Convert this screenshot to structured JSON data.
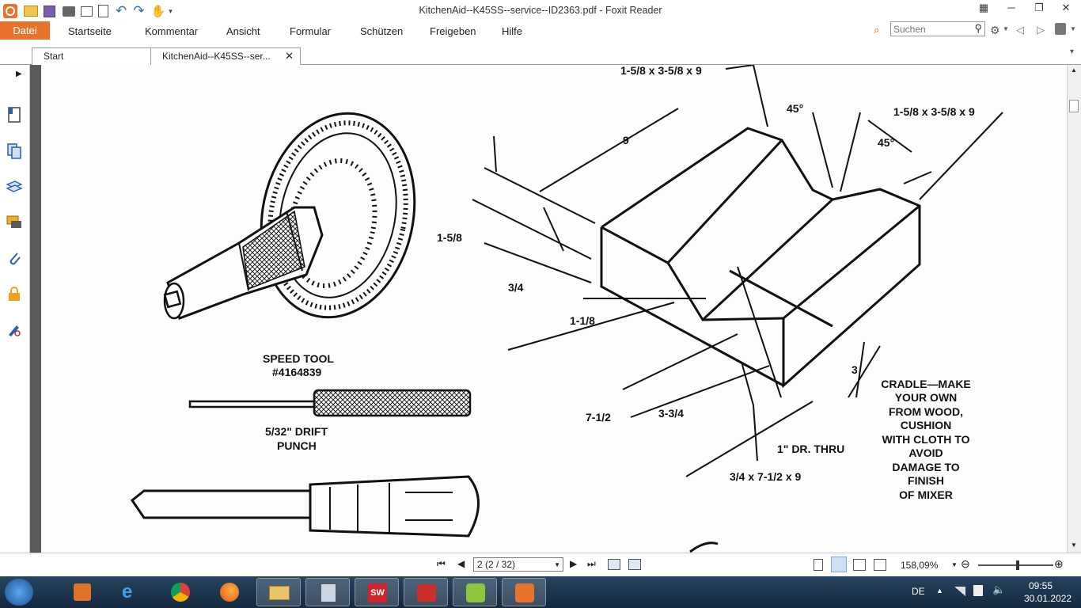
{
  "window": {
    "title": "KitchenAid--K45SS--service--ID2363.pdf - Foxit Reader"
  },
  "ribbon": {
    "file_tab": "Datei",
    "tabs": [
      "Startseite",
      "Kommentar",
      "Ansicht",
      "Formular",
      "Schützen",
      "Freigeben",
      "Hilfe"
    ],
    "search_placeholder": "Suchen"
  },
  "doc_tabs": [
    {
      "label": "Start"
    },
    {
      "label": "KitchenAid--K45SS--ser..."
    }
  ],
  "document": {
    "labels": {
      "speed_tool_1": "SPEED TOOL",
      "speed_tool_2": "#4164839",
      "drift_1": "5/32\" DRIFT",
      "drift_2": "PUNCH",
      "dim_top1": "1-5/8 x 3-5/8 x 9",
      "dim_top2": "1-5/8 x 3-5/8 x 9",
      "angle1": "45°",
      "angle2": "45°",
      "dim_9": "9",
      "dim_158": "1-5/8",
      "dim_34": "3/4",
      "dim_118": "1-1/8",
      "dim_712": "7-1/2",
      "dim_334": "3-3/4",
      "dim_3": "3",
      "drill": "1\" DR. THRU",
      "base": "3/4 x 7-1/2 x 9",
      "cradle": [
        "CRADLE—MAKE",
        "YOUR OWN",
        "FROM WOOD,",
        "CUSHION",
        "WITH CLOTH TO",
        "AVOID",
        "DAMAGE TO",
        "FINISH",
        "OF MIXER"
      ]
    }
  },
  "status": {
    "page_field": "2 (2 / 32)",
    "zoom": "158,09%"
  },
  "taskbar": {
    "lang": "DE",
    "time": "09:55",
    "date": "30.01.2022"
  },
  "colors": {
    "accent": "#e9732a",
    "taskbar": "#1e3650"
  }
}
